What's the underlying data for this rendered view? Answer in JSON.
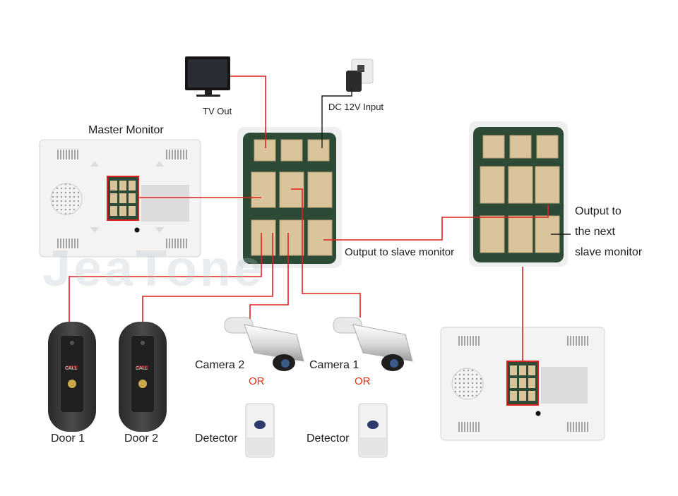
{
  "labels": {
    "tv_out": "TV Out",
    "dc_input": "DC 12V Input",
    "master_monitor": "Master Monitor",
    "output_to_slave": "Output to slave monitor",
    "output_next_line1": "Output to",
    "output_next_line2": "the next",
    "output_next_line3": "slave monitor",
    "camera2": "Camera 2",
    "camera1": "Camera 1",
    "or": "OR",
    "door1": "Door 1",
    "door2": "Door 2",
    "detector": "Detector",
    "call": "CALL"
  },
  "watermark": "JeaTone",
  "colors": {
    "wire": "#e0201c",
    "wire_dark": "#1a1a1a",
    "pcb": "#2c4a36",
    "connector": "#d9c49c",
    "monitor": "#f4f4f4",
    "doorbell": "#3e3e3e"
  },
  "icons": [
    "tv-icon",
    "power-adapter-icon",
    "camera-icon",
    "detector-icon",
    "doorbell-icon",
    "monitor-icon"
  ]
}
